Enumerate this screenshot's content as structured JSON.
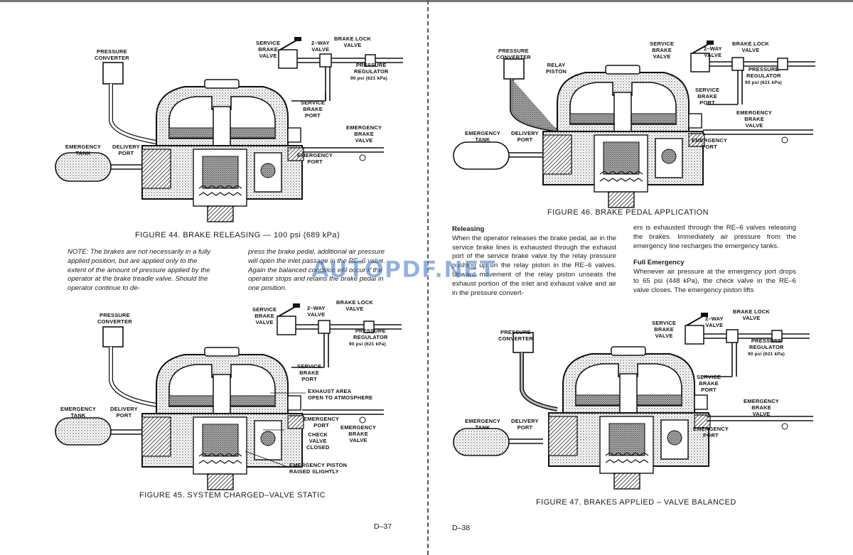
{
  "left_page": {
    "fig44": {
      "labels": {
        "pressure_converter": "PRESSURE\nCONVERTER",
        "service_brake_valve": "SERVICE\nBRAKE\nVALVE",
        "two_way_valve": "2–WAY\nVALVE",
        "brake_lock_valve": "BRAKE LOCK\nVALVE",
        "pressure_regulator": "PRESSURE\nREGULATOR",
        "regulator_psi": "90 psi (621 kPa)",
        "service_brake_port": "SERVICE\nBRAKE\nPORT",
        "emergency_brake_valve": "EMERGENCY\nBRAKE\nVALVE",
        "emergency_tank": "EMERGENCY\nTANK",
        "delivery_port": "DELIVERY\nPORT",
        "emergency_port": "EMERGENCY\nPORT"
      },
      "caption": "FIGURE 44. BRAKE RELEASING — 100 psi (689 kPa)"
    },
    "note_col1": "NOTE: The brakes are not necessarily in a fully applied position, but are applied only to the extent of the amount of pressure applied by the operator at the brake treadle valve. Should the operator continue to de-",
    "note_col2": "press the brake pedal, additional air pressure will open the inlet passage in the RE–6 valve. Again the balanced condition will occur if the operator stops and retains the brake pedal in one position.",
    "fig45": {
      "labels": {
        "pressure_converter": "PRESSURE\nCONVERTER",
        "service_brake_valve": "SERVICE\nBRAKE\nVALVE",
        "two_way_valve": "2–WAY\nVALVE",
        "brake_lock_valve": "BRAKE LOCK\nVALVE",
        "pressure_regulator": "PRESSURE\nREGULATOR",
        "regulator_psi": "90 psi (621 kPa)",
        "service_brake_port": "SERVICE\nBRAKE\nPORT",
        "exhaust_area": "EXHAUST AREA\nOPEN TO ATMOSPHERE",
        "emergency_port": "EMERGENCY\nPORT",
        "emergency_brake_valve": "EMERGENCY\nBRAKE\nVALVE",
        "check_valve": "CHECK\nVALVE\nCLOSED",
        "emergency_piston": "EMERGENCY PISTON\nRAISED SLIGHTLY",
        "emergency_tank": "EMERGENCY\nTANK",
        "delivery_port": "DELIVERY\nPORT"
      },
      "caption": "FIGURE 45. SYSTEM CHARGED–VALVE STATIC"
    },
    "folio": "D–37"
  },
  "right_page": {
    "fig46": {
      "labels": {
        "pressure_converter": "PRESSURE\nCONVERTER",
        "relay_piston": "RELAY\nPISTON",
        "service_brake_valve": "SERVICE\nBRAKE\nVALVE",
        "two_way_valve": "2–WAY\nVALVE",
        "brake_lock_valve": "BRAKE LOCK\nVALVE",
        "pressure_regulator": "PRESSURE\nREGULATOR",
        "regulator_psi": "90 psi (621 kPa)",
        "service_brake_port": "SERVICE\nBRAKE\nPORT",
        "emergency_brake_valve": "EMERGENCY\nBRAKE\nVALVE",
        "emergency_tank": "EMERGENCY\nTANK",
        "delivery_port": "DELIVERY\nPORT",
        "emergency_port": "EMERGENCY\nPORT"
      },
      "caption": "FIGURE 46. BRAKE PEDAL APPLICATION"
    },
    "releasing_heading": "Releasing",
    "releasing_text": "When the operator releases the brake pedal, air in the service brake lines is exhausted through the exhaust port of the service brake valve by the relay pressure pushing up on the relay piston in the RE–6 valves. Upward movement of the relay piston unseats the exhaust portion of the inlet and exhaust valve and air in the pressure convert-",
    "col2_text": "ers is exhausted through the RE–6 valves releasing the brakes. Immediately air pressure from the emergency line recharges the emergency tanks.",
    "full_emergency_heading": "Full Emergency",
    "full_emergency_text": "Whenever air pressure at the emergency port drops to 65 psi (448 kPa), the check valve in the RE–6 valve closes. The emergency piston lifts",
    "fig47": {
      "labels": {
        "pressure_converter": "PRESSURE\nCONVERTER",
        "service_brake_valve": "SERVICE\nBRAKE\nVALVE",
        "two_way_valve": "2–WAY\nVALVE",
        "brake_lock_valve": "BRAKE LOCK\nVALVE",
        "pressure_regulator": "PRESSURE\nREGULATOR",
        "regulator_psi": "90 psi (621 kPa)",
        "service_brake_port": "SERVICE\nBRAKE\nPORT",
        "emergency_brake_valve": "EMERGENCY\nBRAKE\nVALVE",
        "emergency_tank": "EMERGENCY\nTANK",
        "delivery_port": "DELIVERY\nPORT",
        "emergency_port": "EMERGENCY\nPORT"
      },
      "caption": "FIGURE 47. BRAKES APPLIED – VALVE BALANCED"
    },
    "folio": "D–38"
  },
  "watermark": "AUTOPDF.NET"
}
